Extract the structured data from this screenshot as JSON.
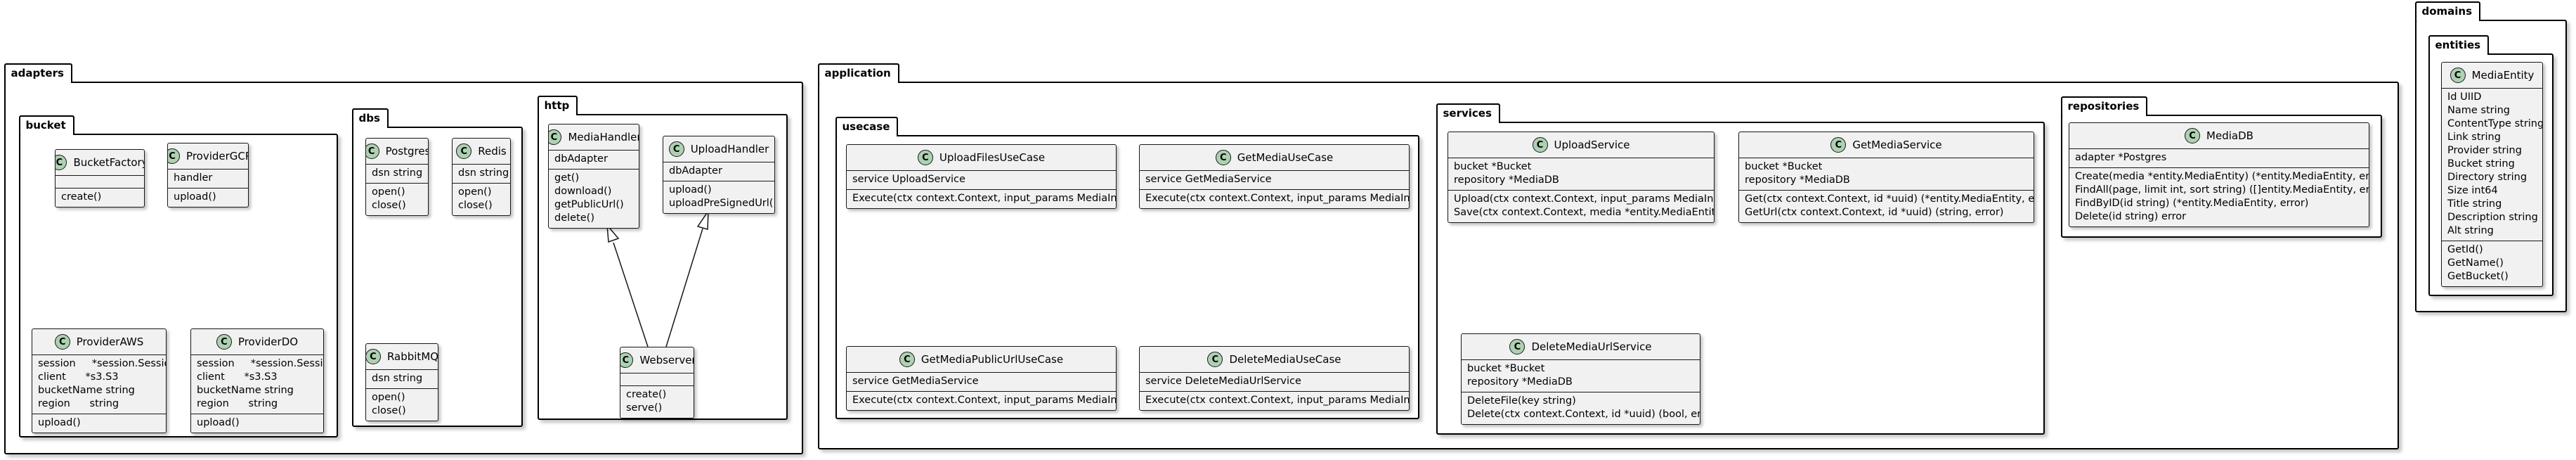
{
  "packages": {
    "adapters": {
      "label": "adapters"
    },
    "bucket": {
      "label": "bucket"
    },
    "dbs": {
      "label": "dbs"
    },
    "http": {
      "label": "http"
    },
    "application": {
      "label": "application"
    },
    "usecase": {
      "label": "usecase"
    },
    "services": {
      "label": "services"
    },
    "repositories": {
      "label": "repositories"
    },
    "domains": {
      "label": "domains"
    },
    "entities": {
      "label": "entities"
    }
  },
  "class_icon_letter": "C",
  "classes": {
    "bucket_factory": {
      "name": "BucketFactory",
      "fields": [],
      "methods": [
        "create()"
      ]
    },
    "provider_gcp": {
      "name": "ProviderGCP",
      "fields": [
        "handler"
      ],
      "methods": [
        "upload()"
      ]
    },
    "provider_aws": {
      "name": "ProviderAWS",
      "fields": [
        "session     *session.Session",
        "client      *s3.S3",
        "bucketName string",
        "region      string"
      ],
      "methods": [
        "upload()"
      ]
    },
    "provider_do": {
      "name": "ProviderDO",
      "fields": [
        "session     *session.Session",
        "client      *s3.S3",
        "bucketName string",
        "region      string"
      ],
      "methods": [
        "upload()"
      ]
    },
    "postgres": {
      "name": "Postgres",
      "fields": [
        "dsn string"
      ],
      "methods": [
        "open()",
        "close()"
      ]
    },
    "redis": {
      "name": "Redis",
      "fields": [
        "dsn string"
      ],
      "methods": [
        "open()",
        "close()"
      ]
    },
    "rabbitmq": {
      "name": "RabbitMQ",
      "fields": [
        "dsn string"
      ],
      "methods": [
        "open()",
        "close()"
      ]
    },
    "media_handler": {
      "name": "MediaHandler",
      "fields": [
        "dbAdapter"
      ],
      "methods": [
        "get()",
        "download()",
        "getPublicUrl()",
        "delete()"
      ]
    },
    "upload_handler": {
      "name": "UploadHandler",
      "fields": [
        "dbAdapter"
      ],
      "methods": [
        "upload()",
        "uploadPreSignedUrl()"
      ]
    },
    "webserver": {
      "name": "Webserver",
      "fields": [],
      "methods": [
        "create()",
        "serve()"
      ]
    },
    "upload_files_usecase": {
      "name": "UploadFilesUseCase",
      "fields": [
        "service UploadService"
      ],
      "methods": [
        "Execute(ctx context.Context, input_params MediaInput)"
      ]
    },
    "get_media_usecase": {
      "name": "GetMediaUseCase",
      "fields": [
        "service GetMediaService"
      ],
      "methods": [
        "Execute(ctx context.Context, input_params MediaInput)"
      ]
    },
    "get_media_public_url_usecase": {
      "name": "GetMediaPublicUrlUseCase",
      "fields": [
        "service GetMediaService"
      ],
      "methods": [
        "Execute(ctx context.Context, input_params MediaInput)"
      ]
    },
    "delete_media_usecase": {
      "name": "DeleteMediaUseCase",
      "fields": [
        "service DeleteMediaUrlService"
      ],
      "methods": [
        "Execute(ctx context.Context, input_params MediaInput)"
      ]
    },
    "upload_service": {
      "name": "UploadService",
      "fields": [
        "bucket *Bucket",
        "repository *MediaDB"
      ],
      "methods": [
        "Upload(ctx context.Context, input_params MediaInput)",
        "Save(ctx context.Context, media *entity.MediaEntity)"
      ]
    },
    "get_media_service": {
      "name": "GetMediaService",
      "fields": [
        "bucket *Bucket",
        "repository *MediaDB"
      ],
      "methods": [
        "Get(ctx context.Context, id *uuid) (*entity.MediaEntity, error)",
        "GetUrl(ctx context.Context, id *uuid) (string, error)"
      ]
    },
    "delete_media_url_service": {
      "name": "DeleteMediaUrlService",
      "fields": [
        "bucket *Bucket",
        "repository *MediaDB"
      ],
      "methods": [
        "DeleteFile(key string)",
        "Delete(ctx context.Context, id *uuid) (bool, error)"
      ]
    },
    "media_db": {
      "name": "MediaDB",
      "fields": [
        "adapter *Postgres"
      ],
      "methods": [
        "Create(media *entity.MediaEntity) (*entity.MediaEntity, error)",
        "FindAll(page, limit int, sort string) ([]entity.MediaEntity, error)",
        "FindByID(id string) (*entity.MediaEntity, error)",
        "Delete(id string) error"
      ]
    },
    "media_entity": {
      "name": "MediaEntity",
      "fields": [
        "Id UIID",
        "Name string",
        "ContentType string",
        "Link string",
        "Provider string",
        "Bucket string",
        "Directory string",
        "Size int64",
        "Title string",
        "Description string",
        "Alt string"
      ],
      "methods": [
        "GetId()",
        "GetName()",
        "GetBucket()"
      ]
    }
  },
  "relations": [
    {
      "from": "Webserver",
      "to": "MediaHandler",
      "type": "generalization"
    },
    {
      "from": "Webserver",
      "to": "UploadHandler",
      "type": "generalization"
    }
  ],
  "colors": {
    "class_fill": "#f1f1f1",
    "icon_fill": "#add1b2",
    "border": "#181818"
  }
}
